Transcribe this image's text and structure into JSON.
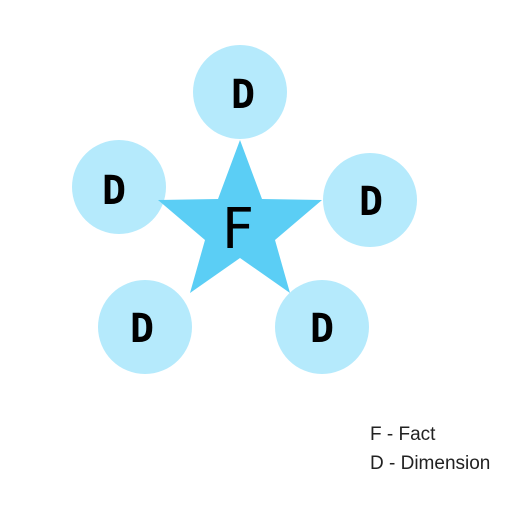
{
  "diagram": {
    "center": {
      "label": "F"
    },
    "nodes": [
      {
        "label": "D"
      },
      {
        "label": "D"
      },
      {
        "label": "D"
      },
      {
        "label": "D"
      },
      {
        "label": "D"
      }
    ]
  },
  "legend": {
    "fact": "F - Fact",
    "dimension": "D - Dimension"
  },
  "colors": {
    "star": "#5BCEF5",
    "circle": "#B5EAFC",
    "text": "#000000"
  }
}
